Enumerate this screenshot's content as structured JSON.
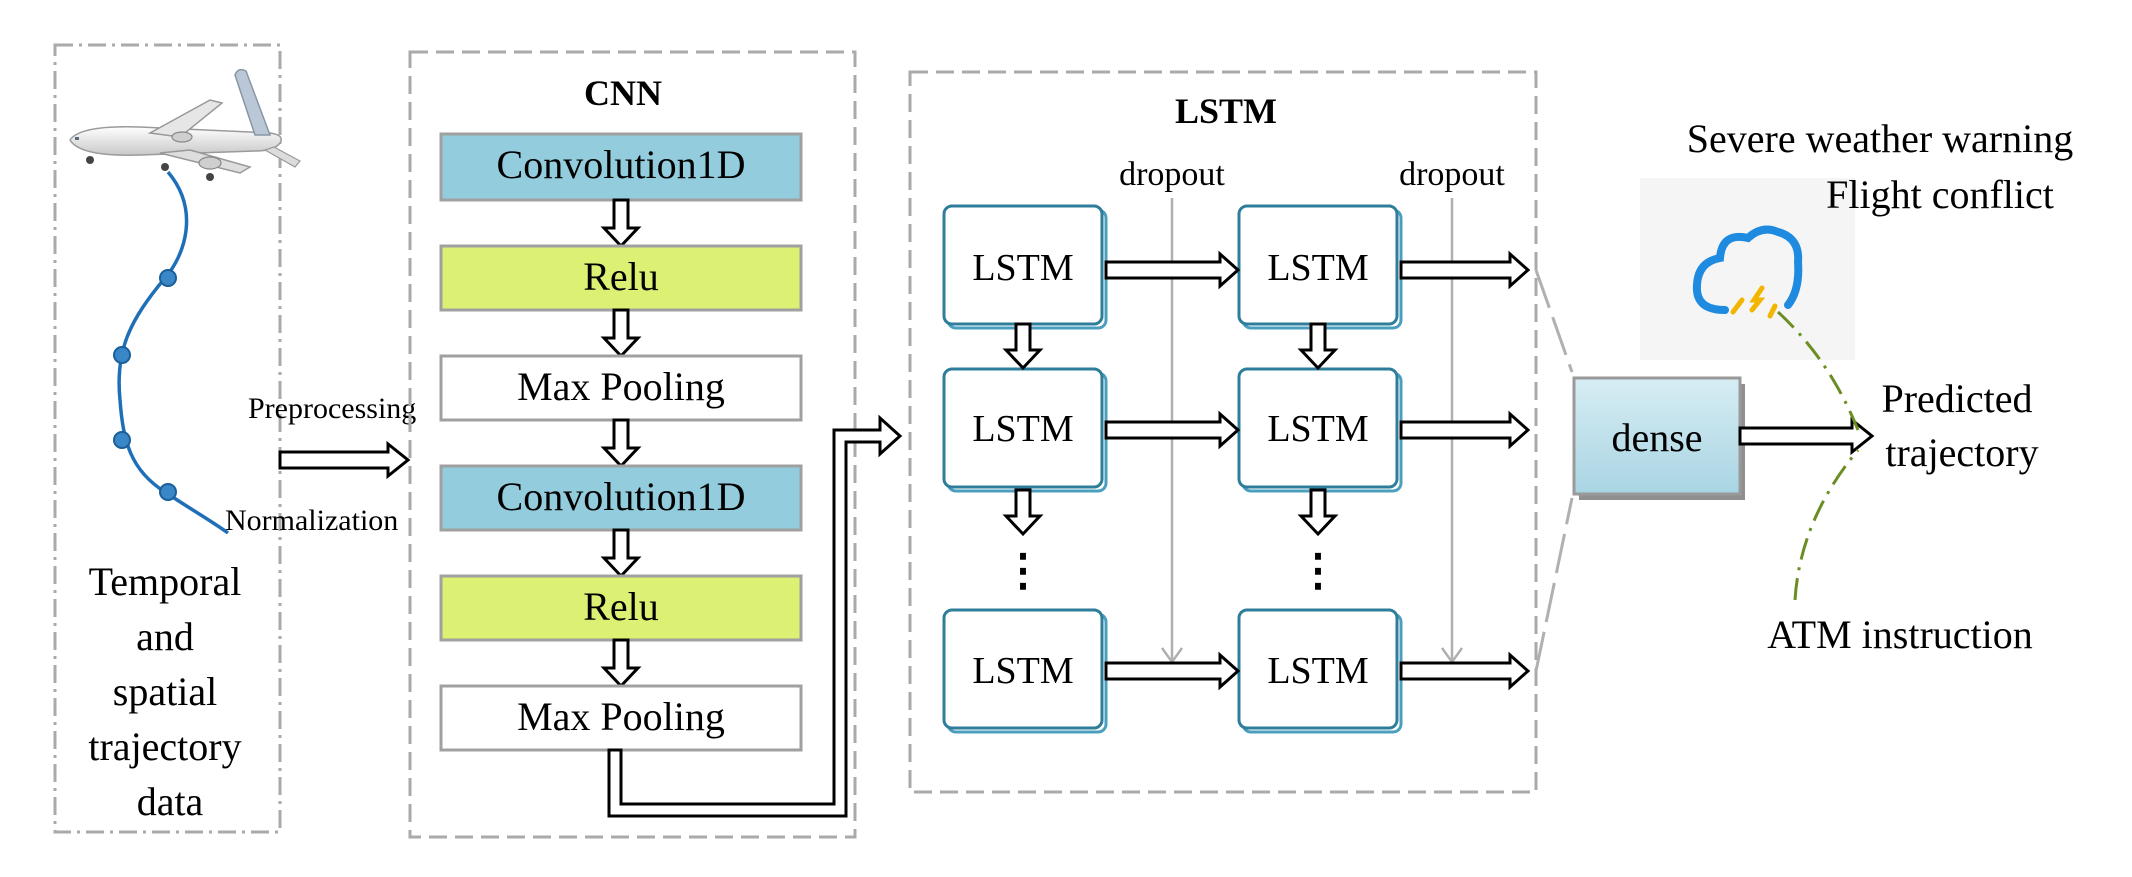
{
  "colors": {
    "convolution": "#93cddd",
    "relu": "#dcf073",
    "pooling": "#ffffff",
    "lstm_border": "#2e7d9a",
    "dense_top": "#d7edf4",
    "dense_bottom": "#a9d5e3",
    "trajectory": "#1f6fb8",
    "dot": "#3a87c8",
    "olive_dashdot": "#6b8e23"
  },
  "input": {
    "label_lines": [
      "Temporal",
      "and",
      "spatial",
      "trajectory",
      "data"
    ],
    "airplane_icon": "airplane-icon",
    "preprocessing": "Preprocessing",
    "normalization": "Normalization"
  },
  "cnn": {
    "title": "CNN",
    "layers": [
      {
        "label": "Convolution1D",
        "kind": "convolution"
      },
      {
        "label": "Relu",
        "kind": "relu"
      },
      {
        "label": "Max Pooling",
        "kind": "pooling"
      },
      {
        "label": "Convolution1D",
        "kind": "convolution"
      },
      {
        "label": "Relu",
        "kind": "relu"
      },
      {
        "label": "Max Pooling",
        "kind": "pooling"
      }
    ]
  },
  "lstm": {
    "title": "LSTM",
    "cell_label": "LSTM",
    "dropout_label": "dropout",
    "ellipsis": "⋮"
  },
  "output": {
    "dense_label": "dense",
    "predicted_lines": [
      "Predicted",
      "trajectory"
    ],
    "severe_weather": "Severe weather warning",
    "flight_conflict": "Flight conflict",
    "atm_instruction": "ATM instruction",
    "weather_icon": "storm-cloud-icon"
  }
}
